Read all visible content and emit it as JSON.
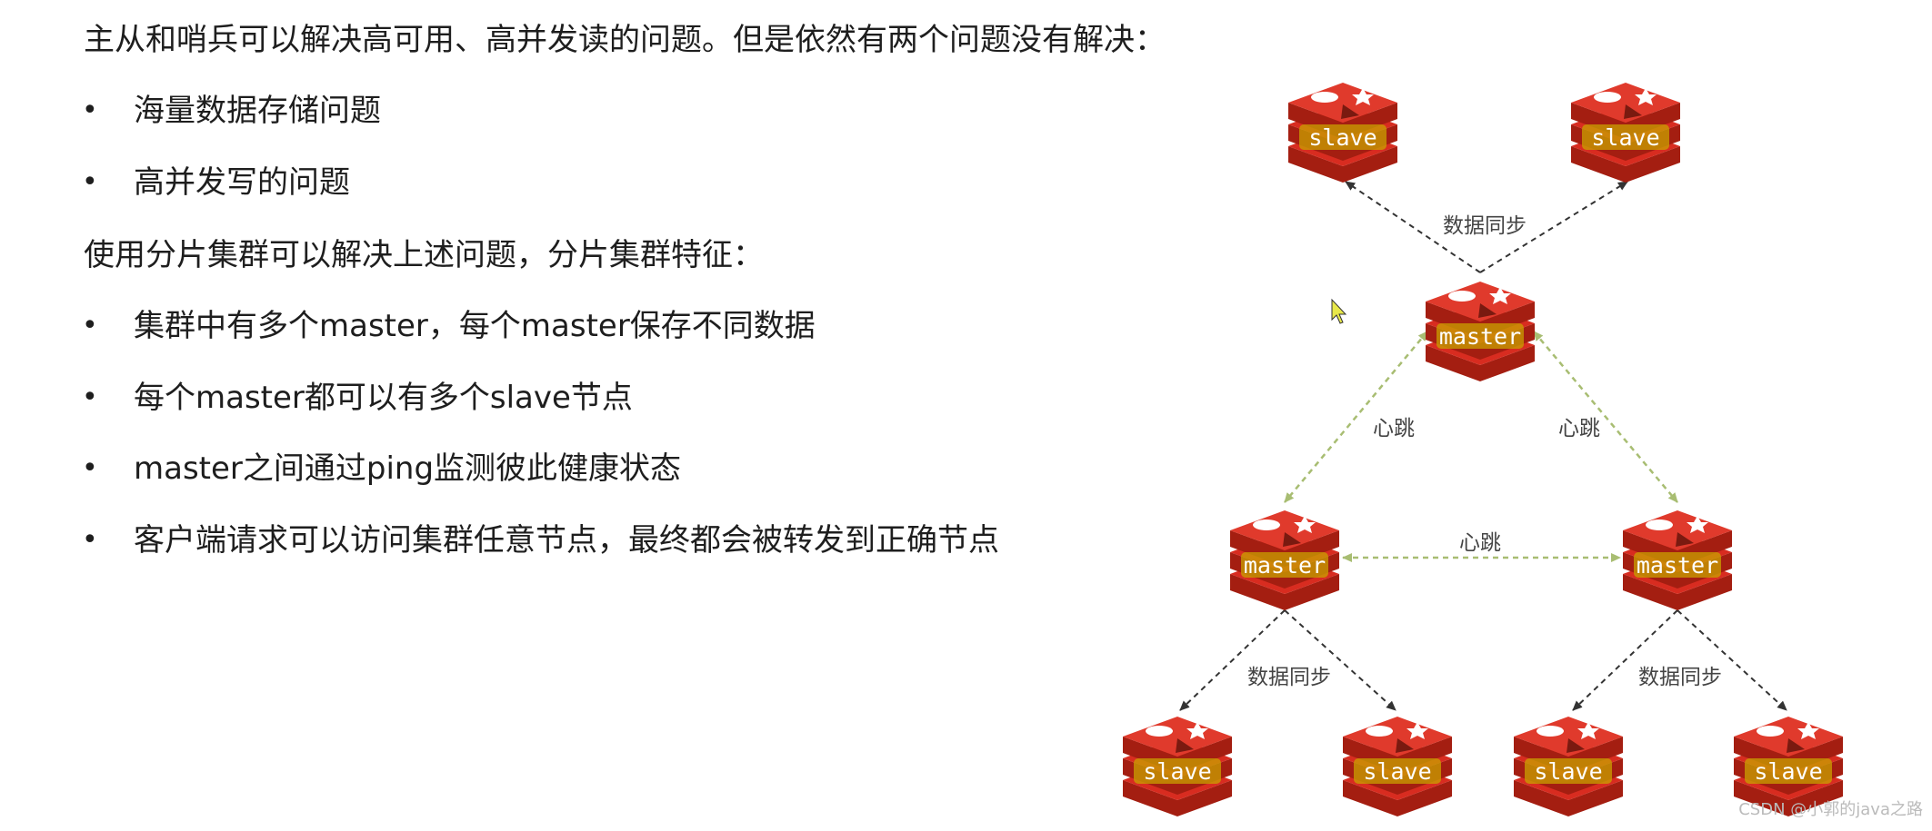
{
  "text": {
    "intro": "主从和哨兵可以解决高可用、高并发读的问题。但是依然有两个问题没有解决：",
    "problems": [
      "海量数据存储问题",
      "高并发写的问题"
    ],
    "sharding_intro": "使用分片集群可以解决上述问题，分片集群特征：",
    "features": [
      "集群中有多个master，每个master保存不同数据",
      "每个master都可以有多个slave节点",
      "master之间通过ping监测彼此健康状态",
      "客户端请求可以访问集群任意节点，最终都会被转发到正确节点"
    ],
    "bullet_char": "•"
  },
  "diagram": {
    "labels": {
      "master": "master",
      "slave": "slave",
      "sync": "数据同步",
      "heartbeat": "心跳"
    },
    "colors": {
      "redis_red": "#d82c20",
      "redis_dark": "#a41e11",
      "label_band": "#c9a200",
      "sync_edge": "#333333",
      "heartbeat_edge": "#a8bd72"
    },
    "icon": "redis-logo-icon"
  },
  "watermark": "CSDN @小郭的java之路"
}
